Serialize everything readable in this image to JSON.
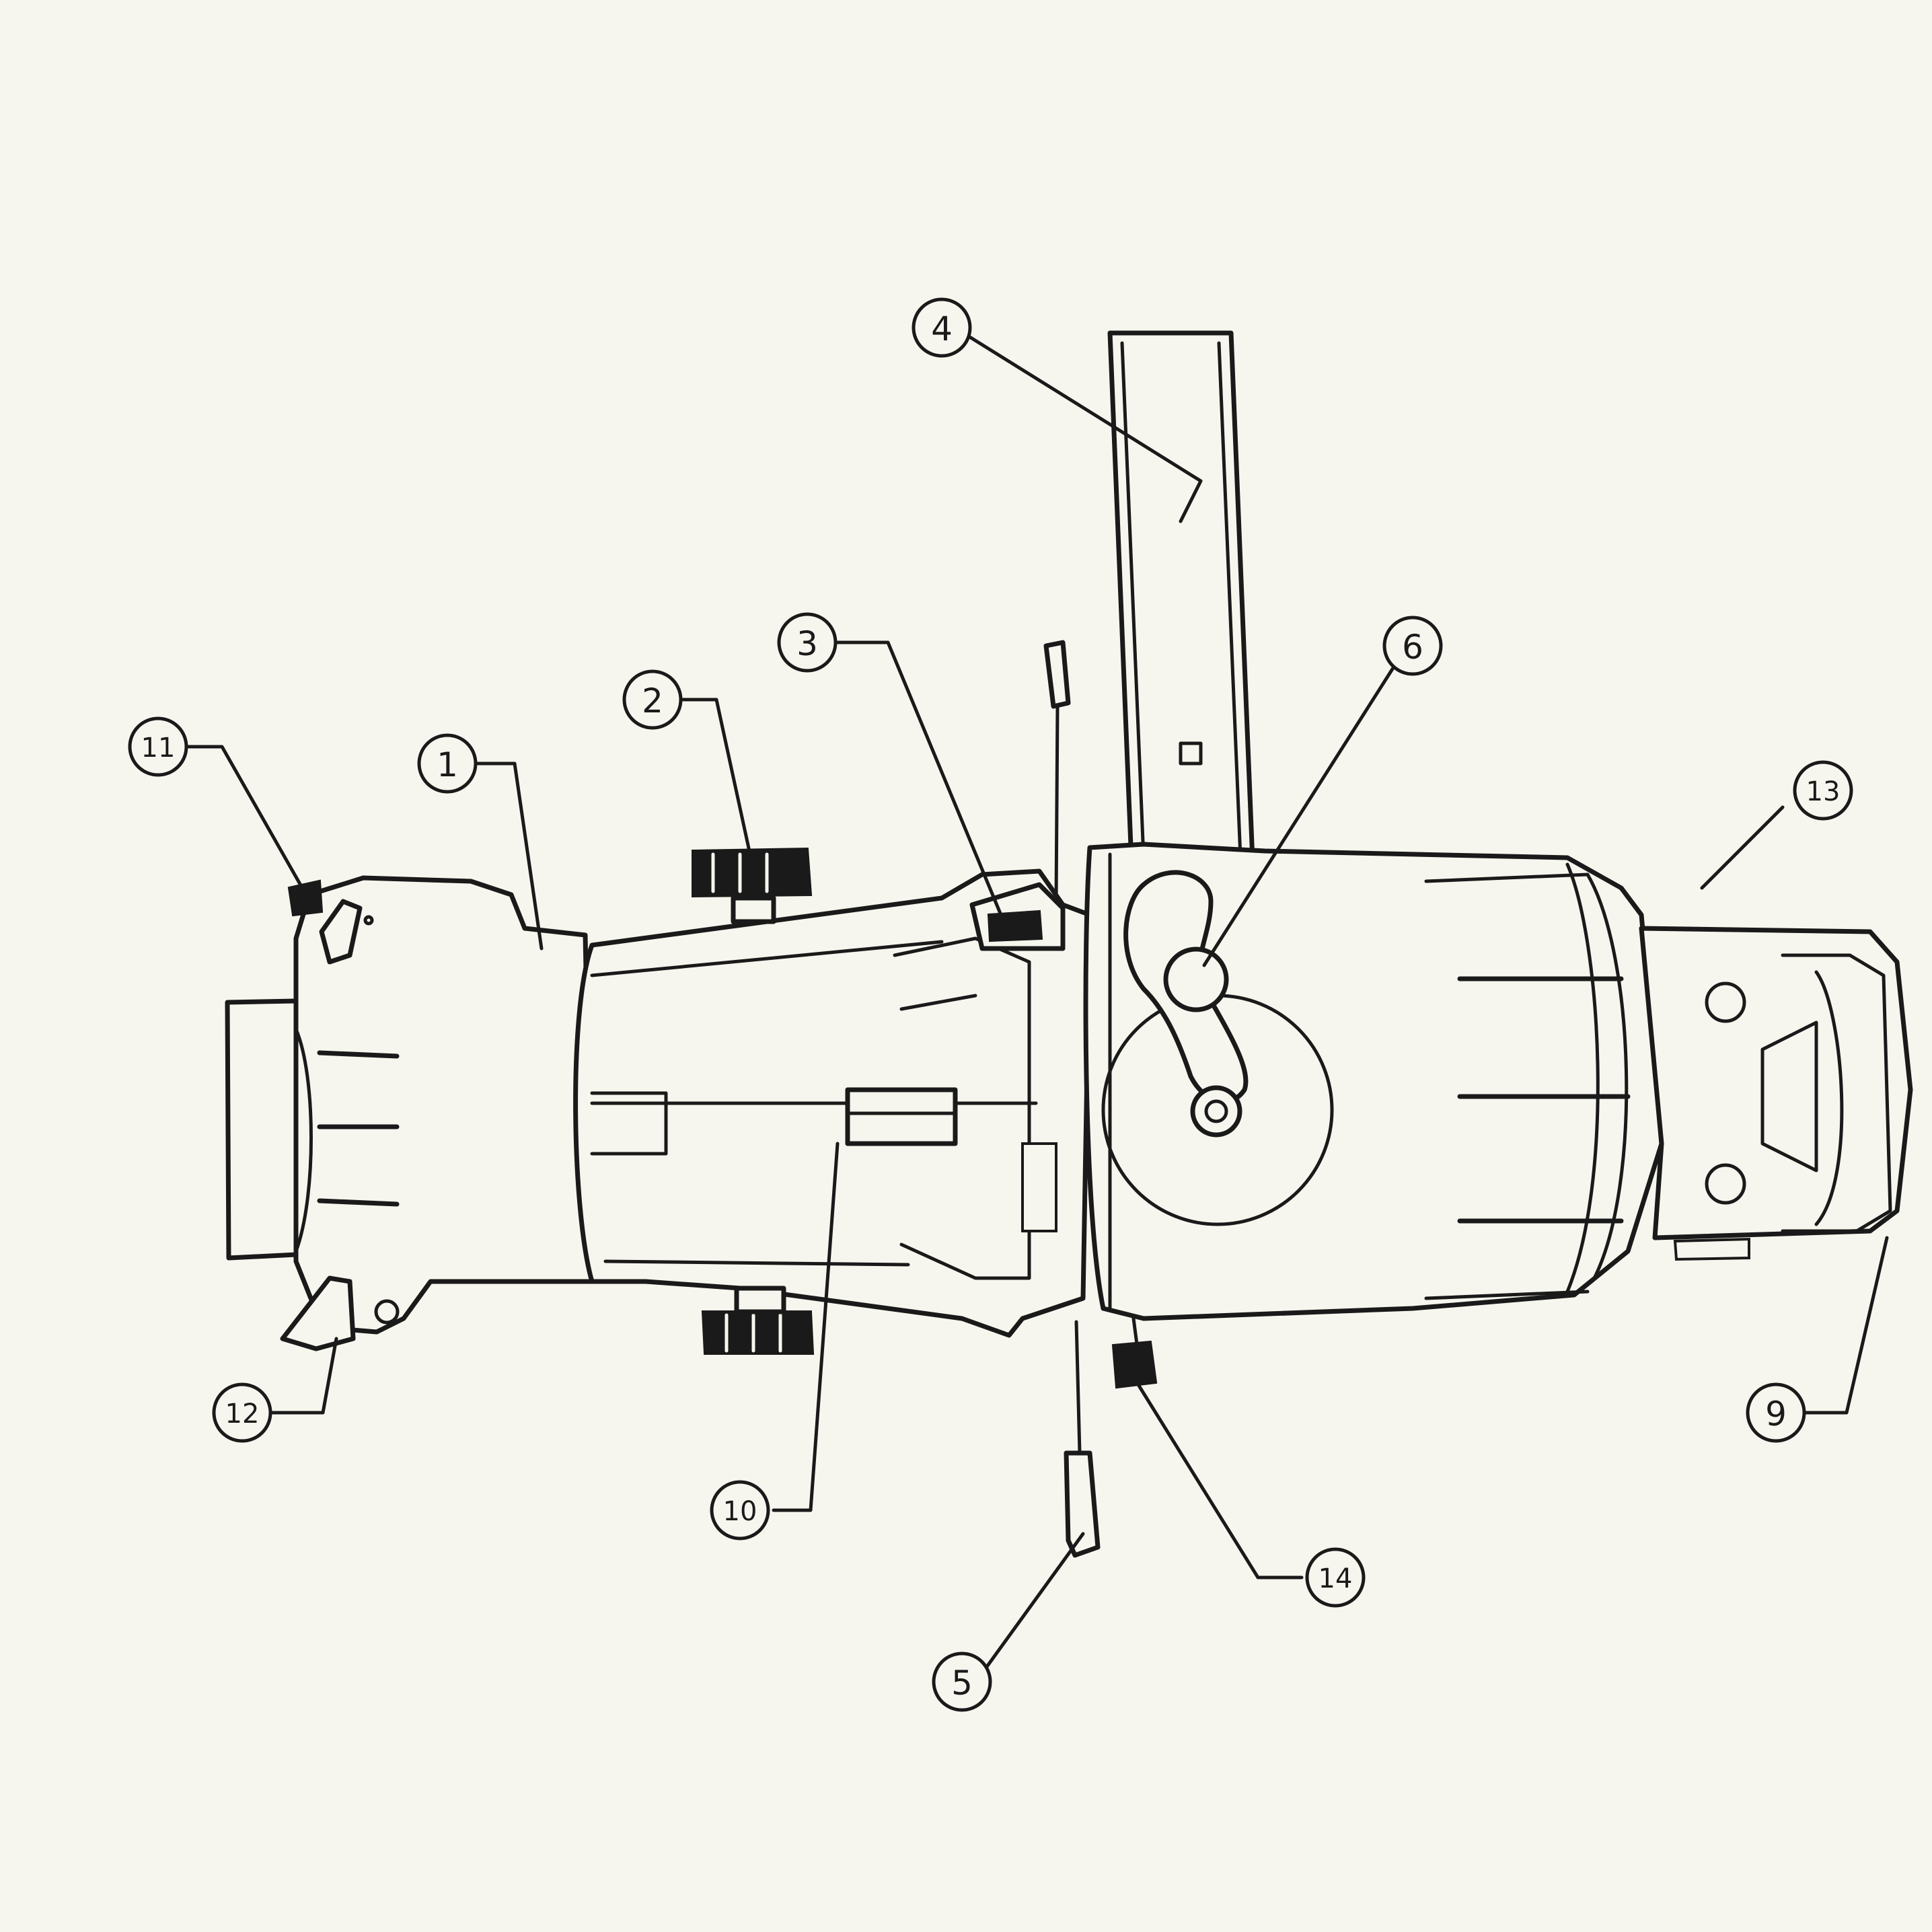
{
  "diagram": {
    "background_color": "#f7f6ee",
    "line_color": "#1a1a1a",
    "callouts": [
      {
        "id": "c1",
        "label": "1"
      },
      {
        "id": "c2",
        "label": "2"
      },
      {
        "id": "c3",
        "label": "3"
      },
      {
        "id": "c4",
        "label": "4"
      },
      {
        "id": "c5",
        "label": "5"
      },
      {
        "id": "c6",
        "label": "6"
      },
      {
        "id": "c9",
        "label": "9"
      },
      {
        "id": "c10",
        "label": "10"
      },
      {
        "id": "c11",
        "label": "11"
      },
      {
        "id": "c12",
        "label": "12"
      },
      {
        "id": "c13",
        "label": "13"
      },
      {
        "id": "c14",
        "label": "14"
      }
    ]
  }
}
